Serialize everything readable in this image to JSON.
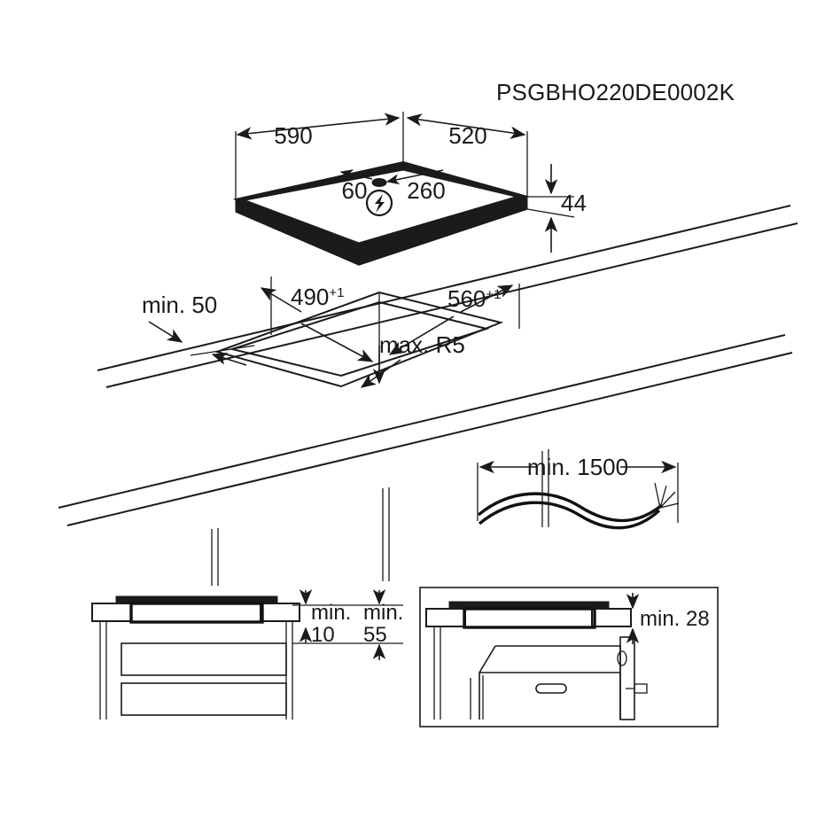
{
  "document": {
    "title": "PSGBHO220DE0002K",
    "type": "installation-dimension-drawing",
    "background_color": "#ffffff",
    "line_color": "#1a1a1a"
  },
  "views": {
    "hob_perspective": {
      "name": "appliance-overview",
      "dimensions": {
        "width": "590",
        "depth": "520",
        "height": "44",
        "cable_offset_left": "60",
        "cable_offset_right": "260"
      },
      "icons": {
        "power": "lightning-bolt-icon"
      }
    },
    "cutout": {
      "name": "worktop-cutout",
      "dimensions": {
        "cutout_depth": "490",
        "cutout_depth_tol": "+1",
        "cutout_width": "560",
        "cutout_width_tol": "+1",
        "edge_distance": "min. 50",
        "corner_radius": "max. R5"
      }
    },
    "cable": {
      "name": "mains-cable-length",
      "dimensions": {
        "length": "min. 1500"
      }
    },
    "clearance_drawer": {
      "name": "clearance-over-drawer",
      "dimensions": {
        "gap_top": "min.",
        "gap_top_value": "10",
        "gap_cabinet": "min.",
        "gap_cabinet_value": "55"
      }
    },
    "clearance_oven": {
      "name": "clearance-over-oven",
      "dimensions": {
        "gap_oven": "min. 28"
      }
    }
  }
}
